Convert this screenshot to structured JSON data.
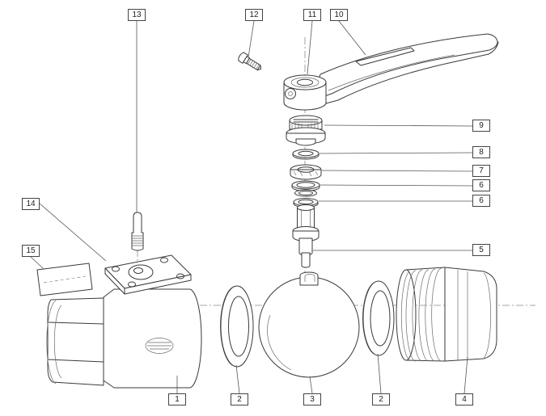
{
  "colors": {
    "background": "#ffffff",
    "line": "#3a3a3a",
    "centerline": "#8a8a8a",
    "leader": "#555555"
  },
  "diagram": {
    "callouts": [
      {
        "label": "13",
        "points_to": "stem-flange-bolt"
      },
      {
        "label": "12",
        "points_to": "handle-set-screw"
      },
      {
        "label": "11",
        "points_to": "handle-hub"
      },
      {
        "label": "10",
        "points_to": "handle-lever"
      },
      {
        "label": "9",
        "points_to": "gland-nut"
      },
      {
        "label": "8",
        "points_to": "washer"
      },
      {
        "label": "7",
        "points_to": "gland-packing"
      },
      {
        "label": "6",
        "points_to": "o-ring"
      },
      {
        "label": "6",
        "points_to": "o-ring"
      },
      {
        "label": "5",
        "points_to": "valve-stem"
      },
      {
        "label": "14",
        "points_to": "mounting-flange"
      },
      {
        "label": "15",
        "points_to": "name-plate"
      },
      {
        "label": "1",
        "points_to": "valve-body"
      },
      {
        "label": "2",
        "points_to": "seat-ring"
      },
      {
        "label": "3",
        "points_to": "ball"
      },
      {
        "label": "2",
        "points_to": "seat-ring"
      },
      {
        "label": "4",
        "points_to": "union-end-connector"
      }
    ]
  }
}
